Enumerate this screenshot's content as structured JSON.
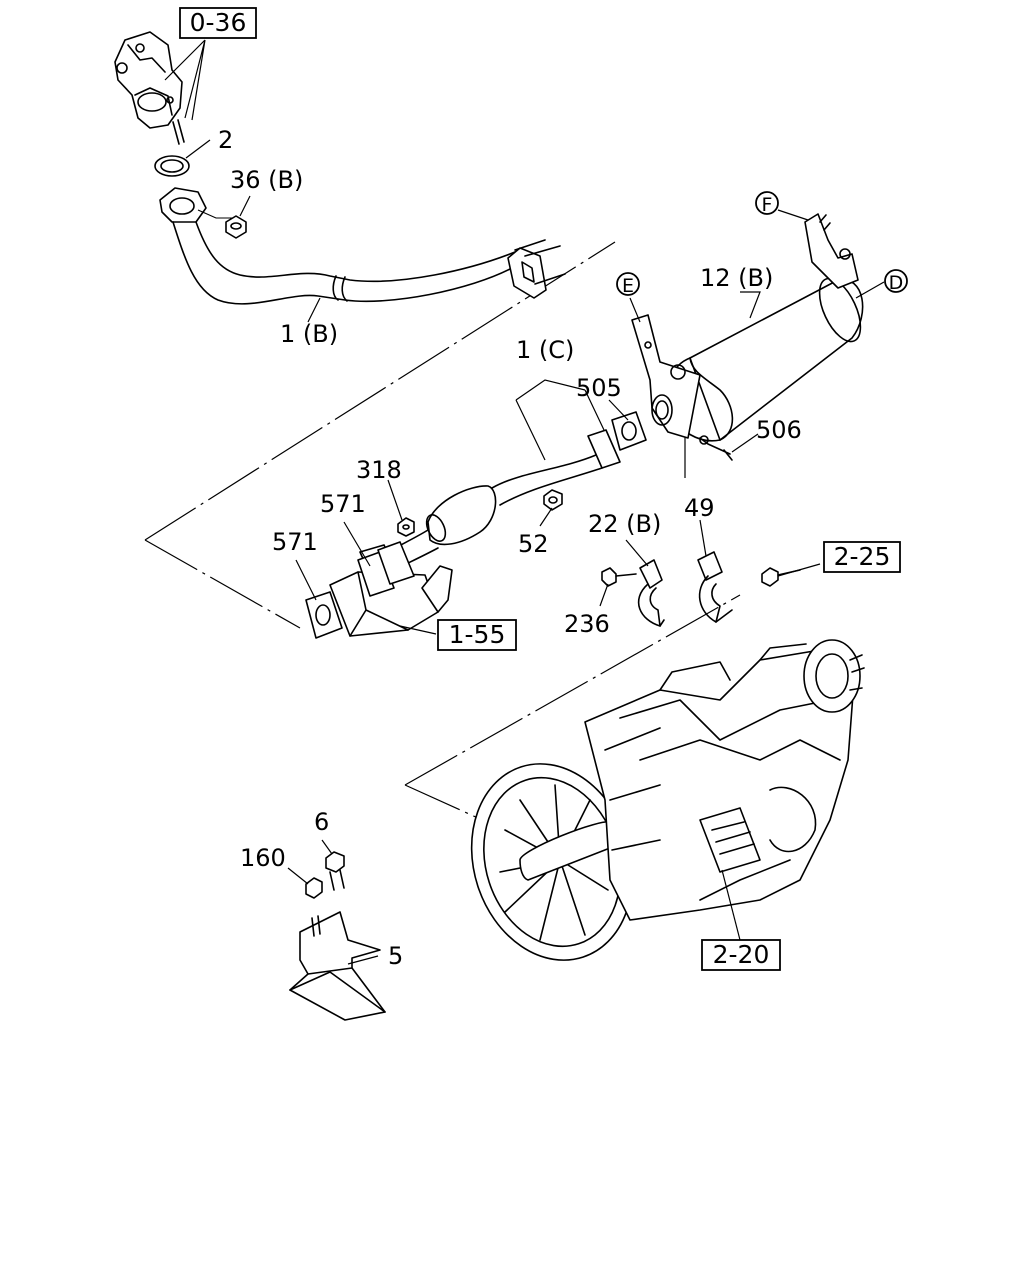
{
  "diagram": {
    "callouts": {
      "ref_0_36": "0-36",
      "p2": "2",
      "p36b": "36 (B)",
      "p1b": "1 (B)",
      "p1c": "1 (C)",
      "p12b": "12 (B)",
      "p505": "505",
      "p506": "506",
      "p318": "318",
      "p571a": "571",
      "p571b": "571",
      "p52": "52",
      "p22b": "22 (B)",
      "p49": "49",
      "ref_2_25": "2-25",
      "p236": "236",
      "ref_1_55": "1-55",
      "p6": "6",
      "p160": "160",
      "p5": "5",
      "ref_2_20": "2-20"
    },
    "view_markers": {
      "E": "E",
      "F": "F",
      "D": "D"
    }
  }
}
